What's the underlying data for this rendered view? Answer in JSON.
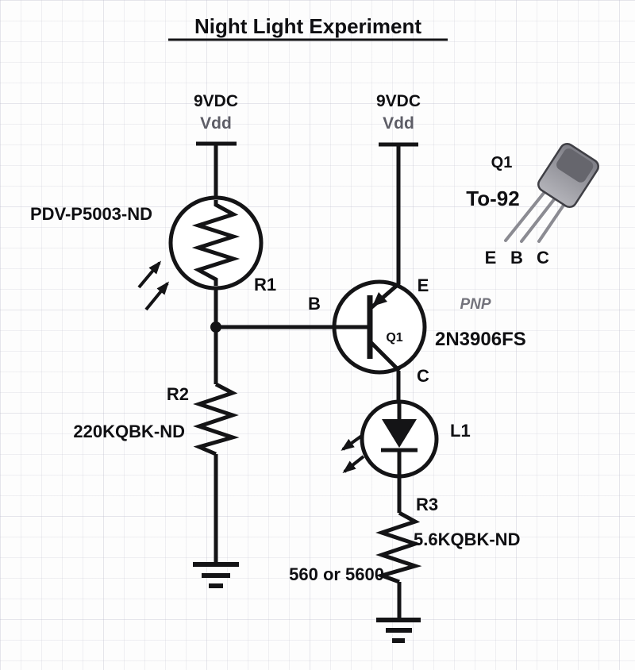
{
  "title": "Night Light Experiment",
  "colors": {
    "stroke": "#141416",
    "label": "#0f0f12",
    "muted_text": "#5d5d66",
    "grid": "#e7e7ee",
    "background": "#fdfdfd",
    "package_body": "#9a9aa1",
    "package_top": "#66666d",
    "lead": "#8b8b92"
  },
  "rails": {
    "left": {
      "voltage": "9VDC",
      "net": "Vdd"
    },
    "right": {
      "voltage": "9VDC",
      "net": "Vdd"
    }
  },
  "components": {
    "photoresistor": {
      "part": "PDV-P5003-ND",
      "ref": "R1"
    },
    "transistor": {
      "ref": "Q1",
      "family": "PNP",
      "part": "2N3906FS",
      "pin_base": "B",
      "pin_emitter": "E",
      "pin_collector": "C"
    },
    "resistor_r2": {
      "ref": "R2",
      "part": "220KQBK-ND"
    },
    "led": {
      "ref": "L1"
    },
    "resistor_r3": {
      "ref": "R3",
      "part": "5.6KQBK-ND",
      "value_note": "560 or 5600"
    }
  },
  "package_callout": {
    "ref": "Q1",
    "package": "To-92",
    "pins": [
      "E",
      "B",
      "C"
    ]
  }
}
